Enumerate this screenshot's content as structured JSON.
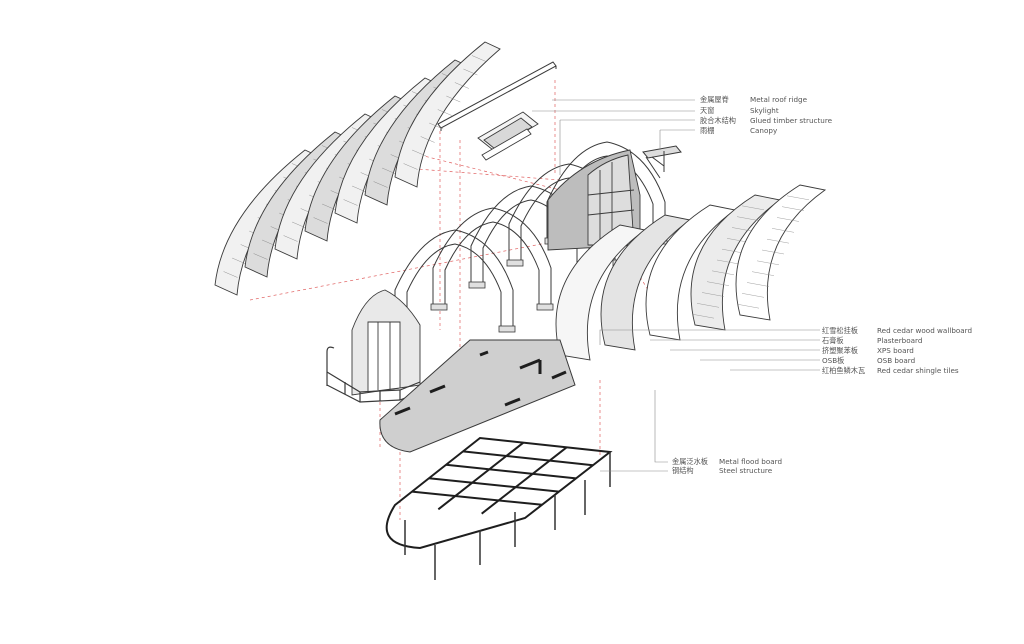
{
  "labels": {
    "top": [
      {
        "zh": "金属屋脊",
        "en": "Metal roof ridge"
      },
      {
        "zh": "天窗",
        "en": "Skylight"
      },
      {
        "zh": "胶合木结构",
        "en": "Glued timber structure"
      },
      {
        "zh": "雨棚",
        "en": "Canopy"
      }
    ],
    "right": [
      {
        "zh": "红雪松挂板",
        "en": "Red cedar wood wallboard"
      },
      {
        "zh": "石膏板",
        "en": "Plasterboard"
      },
      {
        "zh": "挤塑聚苯板",
        "en": "XPS board"
      },
      {
        "zh": "OSB板",
        "en": "OSB board"
      },
      {
        "zh": "红柏鱼鳞木瓦",
        "en": "Red cedar shingle tiles"
      }
    ],
    "bottom": [
      {
        "zh": "金属泛水板",
        "en": "Metal flood board"
      },
      {
        "zh": "钢结构",
        "en": "Steel structure"
      }
    ]
  },
  "colors": {
    "line": "#3a3a3a",
    "leader": "#8a8a8a",
    "guide": "#e06060",
    "panel": "#e9e9e9",
    "panel_dark": "#bdbdbd",
    "floor": "#cfcfcf"
  }
}
